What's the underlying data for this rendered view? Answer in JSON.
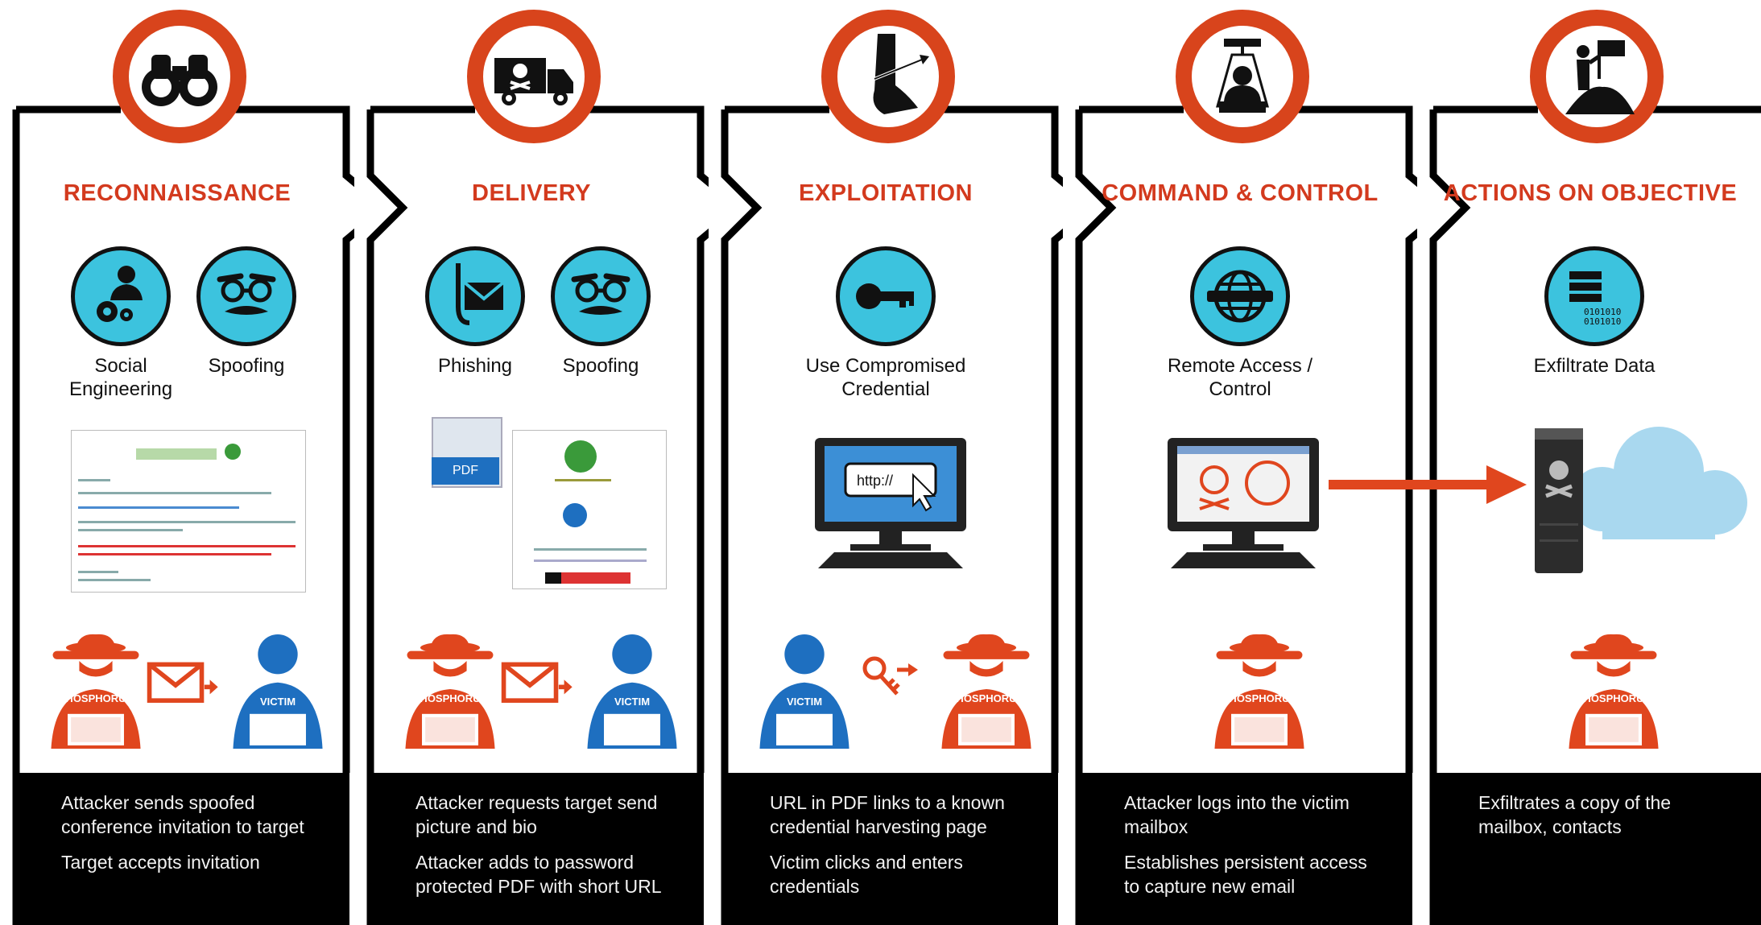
{
  "colors": {
    "accent": "#d33a1e",
    "badge_ring": "#d8441c",
    "technique_fill": "#3cc3de",
    "victim": "#1e6fc0",
    "attacker": "#e0461e"
  },
  "stages": [
    {
      "title": "RECONNAISSANCE",
      "icon": "binoculars-icon",
      "techniques": [
        {
          "label": "Social Engineering",
          "icon": "social-engineering-icon"
        },
        {
          "label": "Spoofing",
          "icon": "spoofing-mask-icon"
        }
      ],
      "attacker_label": "PHOSPHORUS",
      "victim_label": "VICTIM",
      "description": [
        "Attacker sends spoofed conference invitation to target",
        "Target accepts invitation"
      ]
    },
    {
      "title": "DELIVERY",
      "icon": "poison-truck-icon",
      "techniques": [
        {
          "label": "Phishing",
          "icon": "phishing-hook-icon"
        },
        {
          "label": "Spoofing",
          "icon": "spoofing-mask-icon"
        }
      ],
      "attacker_label": "PHOSPHORUS",
      "victim_label": "VICTIM",
      "document_badge": "PDF",
      "description": [
        "Attacker requests target send picture and bio",
        "Attacker adds to password protected PDF with short URL"
      ]
    },
    {
      "title": "EXPLOITATION",
      "icon": "achilles-heel-icon",
      "techniques": [
        {
          "label": "Use Compromised Credential",
          "icon": "key-icon"
        }
      ],
      "url_text": "http://",
      "attacker_label": "PHOSPHORUS",
      "victim_label": "VICTIM",
      "description": [
        "URL in PDF links to a known credential harvesting page",
        "Victim clicks and enters credentials"
      ]
    },
    {
      "title": "COMMAND & CONTROL",
      "icon": "remote-operator-icon",
      "techniques": [
        {
          "label": "Remote Access / Control",
          "icon": "globe-network-icon"
        }
      ],
      "attacker_label": "PHOSPHORUS",
      "description": [
        "Attacker logs into the victim mailbox",
        "Establishes persistent access to capture new email"
      ]
    },
    {
      "title": "ACTIONS ON OBJECTIVE",
      "icon": "summit-flag-icon",
      "techniques": [
        {
          "label": "Exfiltrate Data",
          "icon": "server-binary-icon"
        }
      ],
      "attacker_label": "PHOSPHORUS",
      "description": [
        "Exfiltrates a copy of the mailbox, contacts"
      ]
    }
  ]
}
